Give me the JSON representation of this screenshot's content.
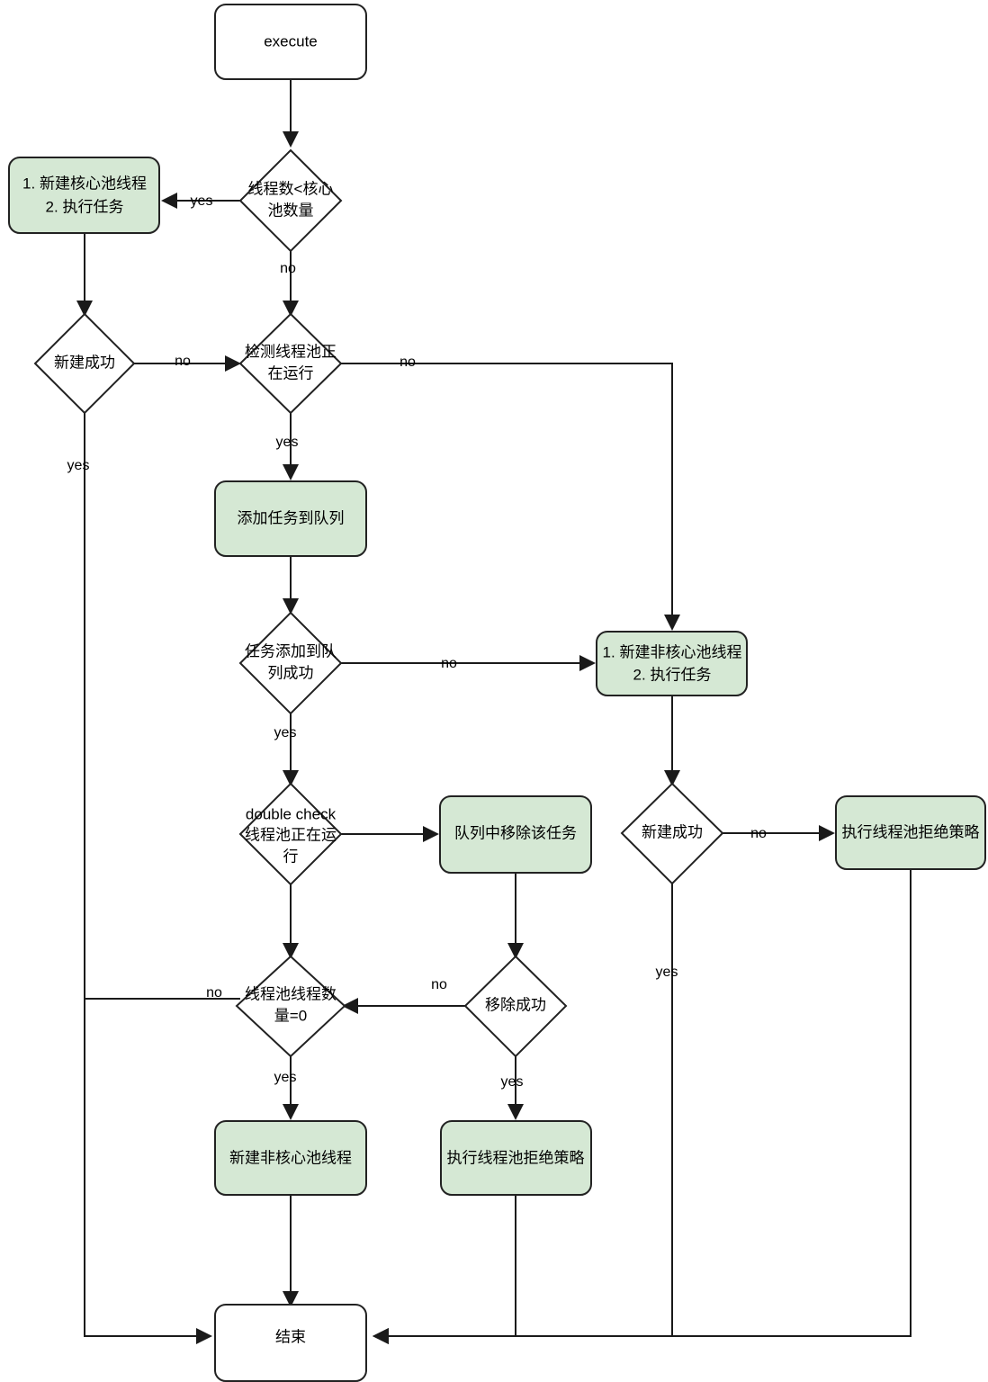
{
  "diagram": {
    "type": "flowchart",
    "title": "execute",
    "colors": {
      "process_fill": "#d5e8d4",
      "terminal_fill": "#ffffff",
      "decision_fill": "#ffffff",
      "stroke": "#222222",
      "background": "#ffffff"
    },
    "nodes": [
      {
        "id": "execute",
        "shape": "rounded-rect",
        "label": "execute",
        "fill": "white"
      },
      {
        "id": "d_core",
        "shape": "diamond",
        "label_line1": "线程数<核心",
        "label_line2": "池数量",
        "fill": "white"
      },
      {
        "id": "p_core_new",
        "shape": "rounded-rect",
        "label_line1": "1. 新建核心池线程",
        "label_line2": "2. 执行任务",
        "fill": "green"
      },
      {
        "id": "d_new_ok_left",
        "shape": "diamond",
        "label": "新建成功",
        "fill": "white"
      },
      {
        "id": "d_pool_run",
        "shape": "diamond",
        "label_line1": "检测线程池正",
        "label_line2": "在运行",
        "fill": "white"
      },
      {
        "id": "p_add_queue",
        "shape": "rounded-rect",
        "label": "添加任务到队列",
        "fill": "green"
      },
      {
        "id": "d_add_ok",
        "shape": "diamond",
        "label_line1": "任务添加到队",
        "label_line2": "列成功",
        "fill": "white"
      },
      {
        "id": "p_noncore_new",
        "shape": "rounded-rect",
        "label_line1": "1. 新建非核心池线程",
        "label_line2": "2. 执行任务",
        "fill": "green"
      },
      {
        "id": "d_double_check",
        "shape": "diamond",
        "label_line1": "double check",
        "label_line2": "线程池正在运",
        "label_line3": "行",
        "fill": "white"
      },
      {
        "id": "p_remove_task",
        "shape": "rounded-rect",
        "label": "队列中移除该任务",
        "fill": "green"
      },
      {
        "id": "d_new_ok_right",
        "shape": "diamond",
        "label": "新建成功",
        "fill": "white"
      },
      {
        "id": "p_reject_right",
        "shape": "rounded-rect",
        "label": "执行线程池拒绝策略",
        "fill": "green"
      },
      {
        "id": "d_count_zero",
        "shape": "diamond",
        "label_line1": "线程池线程数",
        "label_line2": "量=0",
        "fill": "white"
      },
      {
        "id": "d_remove_ok",
        "shape": "diamond",
        "label": "移除成功",
        "fill": "white"
      },
      {
        "id": "p_noncore_bot",
        "shape": "rounded-rect",
        "label": "新建非核心池线程",
        "fill": "green"
      },
      {
        "id": "p_reject_bot",
        "shape": "rounded-rect",
        "label": "执行线程池拒绝策略",
        "fill": "green"
      },
      {
        "id": "end",
        "shape": "rounded-rect",
        "label": "结束",
        "fill": "white"
      }
    ],
    "edge_labels": {
      "core_yes": "yes",
      "core_no": "no",
      "new_ok_left_yes": "yes",
      "new_ok_left_no": "no",
      "pool_run_yes": "yes",
      "pool_run_no": "no",
      "add_ok_yes": "yes",
      "add_ok_no": "no",
      "new_ok_right_no": "no",
      "new_ok_right_yes": "yes",
      "count_zero_no": "no",
      "count_zero_yes": "yes",
      "remove_ok_no": "no",
      "remove_ok_yes": "yes"
    }
  }
}
